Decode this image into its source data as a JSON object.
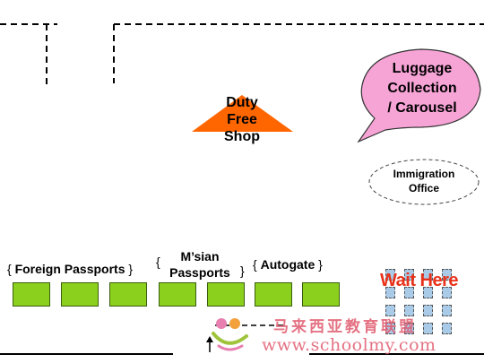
{
  "labels": {
    "duty_free": [
      "Duty",
      "Free",
      "Shop"
    ],
    "luggage": [
      "Luggage",
      "Collection",
      "/ Carousel"
    ],
    "immigration": [
      "Immigration",
      "Office"
    ],
    "foreign_passports": "Foreign Passports",
    "msian_passports": [
      "M’sian",
      "Passports"
    ],
    "autogate": "Autogate",
    "wait_here": "Wait Here"
  },
  "watermark": {
    "chinese": "马来西亚教育联盟",
    "url": "www.schoolmy.com"
  },
  "colors": {
    "duty_free_fill": "#ff6600",
    "luggage_fill": "#f6a3d6",
    "booth_fill": "#8cd01e",
    "wait_here_text": "#e8321a",
    "watermark_text": "#e05a6e"
  },
  "icons": {
    "arrow": "up-arrow-icon"
  }
}
